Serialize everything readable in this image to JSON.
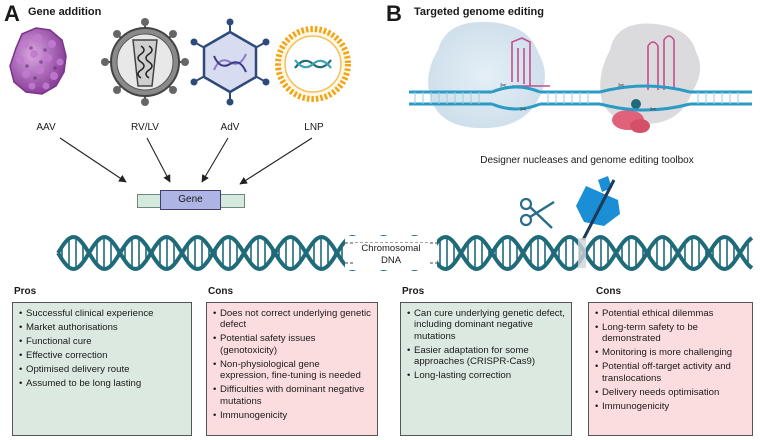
{
  "panel_a": {
    "letter": "A",
    "title": "Gene addition",
    "vectors": [
      {
        "label": "AAV",
        "icon": "aav-capsid-icon"
      },
      {
        "label": "RV/LV",
        "icon": "retrovirus-icon"
      },
      {
        "label": "AdV",
        "icon": "adenovirus-icon"
      },
      {
        "label": "LNP",
        "icon": "lipid-nanoparticle-icon"
      }
    ],
    "gene_label": "Gene"
  },
  "panel_b": {
    "letter": "B",
    "title": "Targeted genome editing",
    "toolbox_caption": "Designer nucleases and genome editing toolbox"
  },
  "chromosome": {
    "label_line1": "Chromosomal",
    "label_line2": "DNA"
  },
  "headers": {
    "pros_a": "Pros",
    "cons_a": "Cons",
    "pros_b": "Pros",
    "cons_b": "Cons"
  },
  "lists": {
    "pros_a": [
      "Successful clinical experience",
      "Market authorisations",
      "Functional cure",
      "Effective correction",
      "Optimised delivery route",
      "Assumed to be long lasting"
    ],
    "cons_a": [
      "Does not correct underlying genetic defect",
      "Potential safety issues (genotoxicity)",
      "Non-physiological gene expression, fine-tuning is needed",
      "Difficulties with dominant negative mutations",
      "Immunogenicity"
    ],
    "pros_b": [
      "Can cure underlying genetic defect, including dominant negative mutations",
      "Easier adaptation for some approaches (CRISPR-Cas9)",
      "Long-lasting correction"
    ],
    "cons_b": [
      "Potential ethical dilemmas",
      "Long-term safety to be demonstrated",
      "Monitoring is more challenging",
      "Potential off-target activity and translocations",
      "Delivery needs optimisation",
      "Immunogenicity"
    ]
  },
  "colors": {
    "dna": "#1f6b7a",
    "pros_fill": "#dbe9e1",
    "cons_fill": "#fbdde0",
    "aav": "#a35bb0",
    "lnp": "#f2a516",
    "adv": "#2e4a7a",
    "glove": "#1b8fd6",
    "guide_rna": "#c24f8e",
    "gene": "#aeb5e4"
  }
}
